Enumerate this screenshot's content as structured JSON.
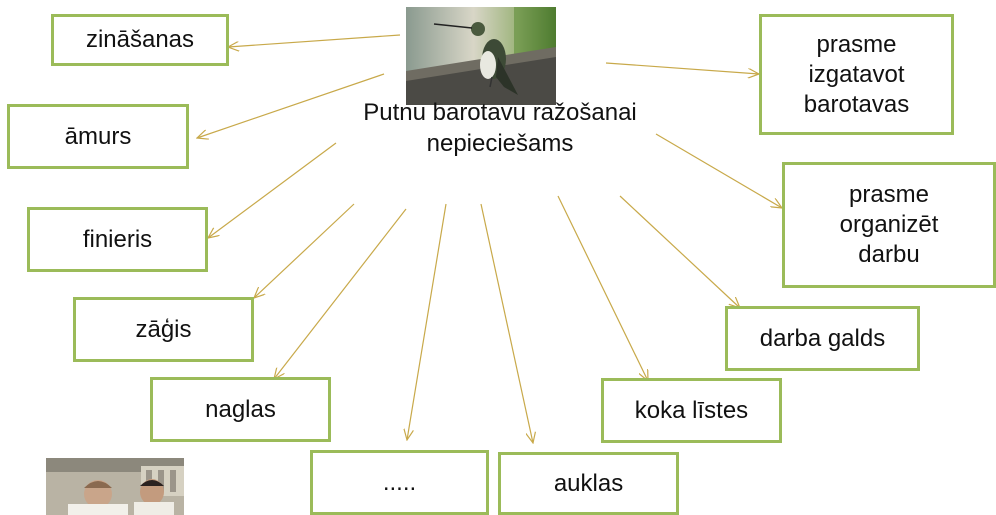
{
  "center": {
    "title": "Putnu barotavu ražošanai nepieciešams"
  },
  "boxes": [
    {
      "id": "zinasanas",
      "label": "zināšanas"
    },
    {
      "id": "amurs",
      "label": "āmurs"
    },
    {
      "id": "finieris",
      "label": "finieris"
    },
    {
      "id": "zagis",
      "label": "zāģis"
    },
    {
      "id": "naglas",
      "label": "naglas"
    },
    {
      "id": "dots",
      "label": "....."
    },
    {
      "id": "auklas",
      "label": "auklas"
    },
    {
      "id": "koka",
      "label": "koka līstes"
    },
    {
      "id": "galds",
      "label": "darba galds"
    },
    {
      "id": "organizet",
      "label": "prasme organizēt darbu"
    },
    {
      "id": "izgatavot",
      "label": "prasme izgatavot barotavas"
    }
  ],
  "colors": {
    "box_border": "#9bbb59",
    "arrow": "#c8a94a"
  },
  "images": [
    {
      "name": "hummingbird-photo"
    },
    {
      "name": "workers-photo"
    }
  ]
}
